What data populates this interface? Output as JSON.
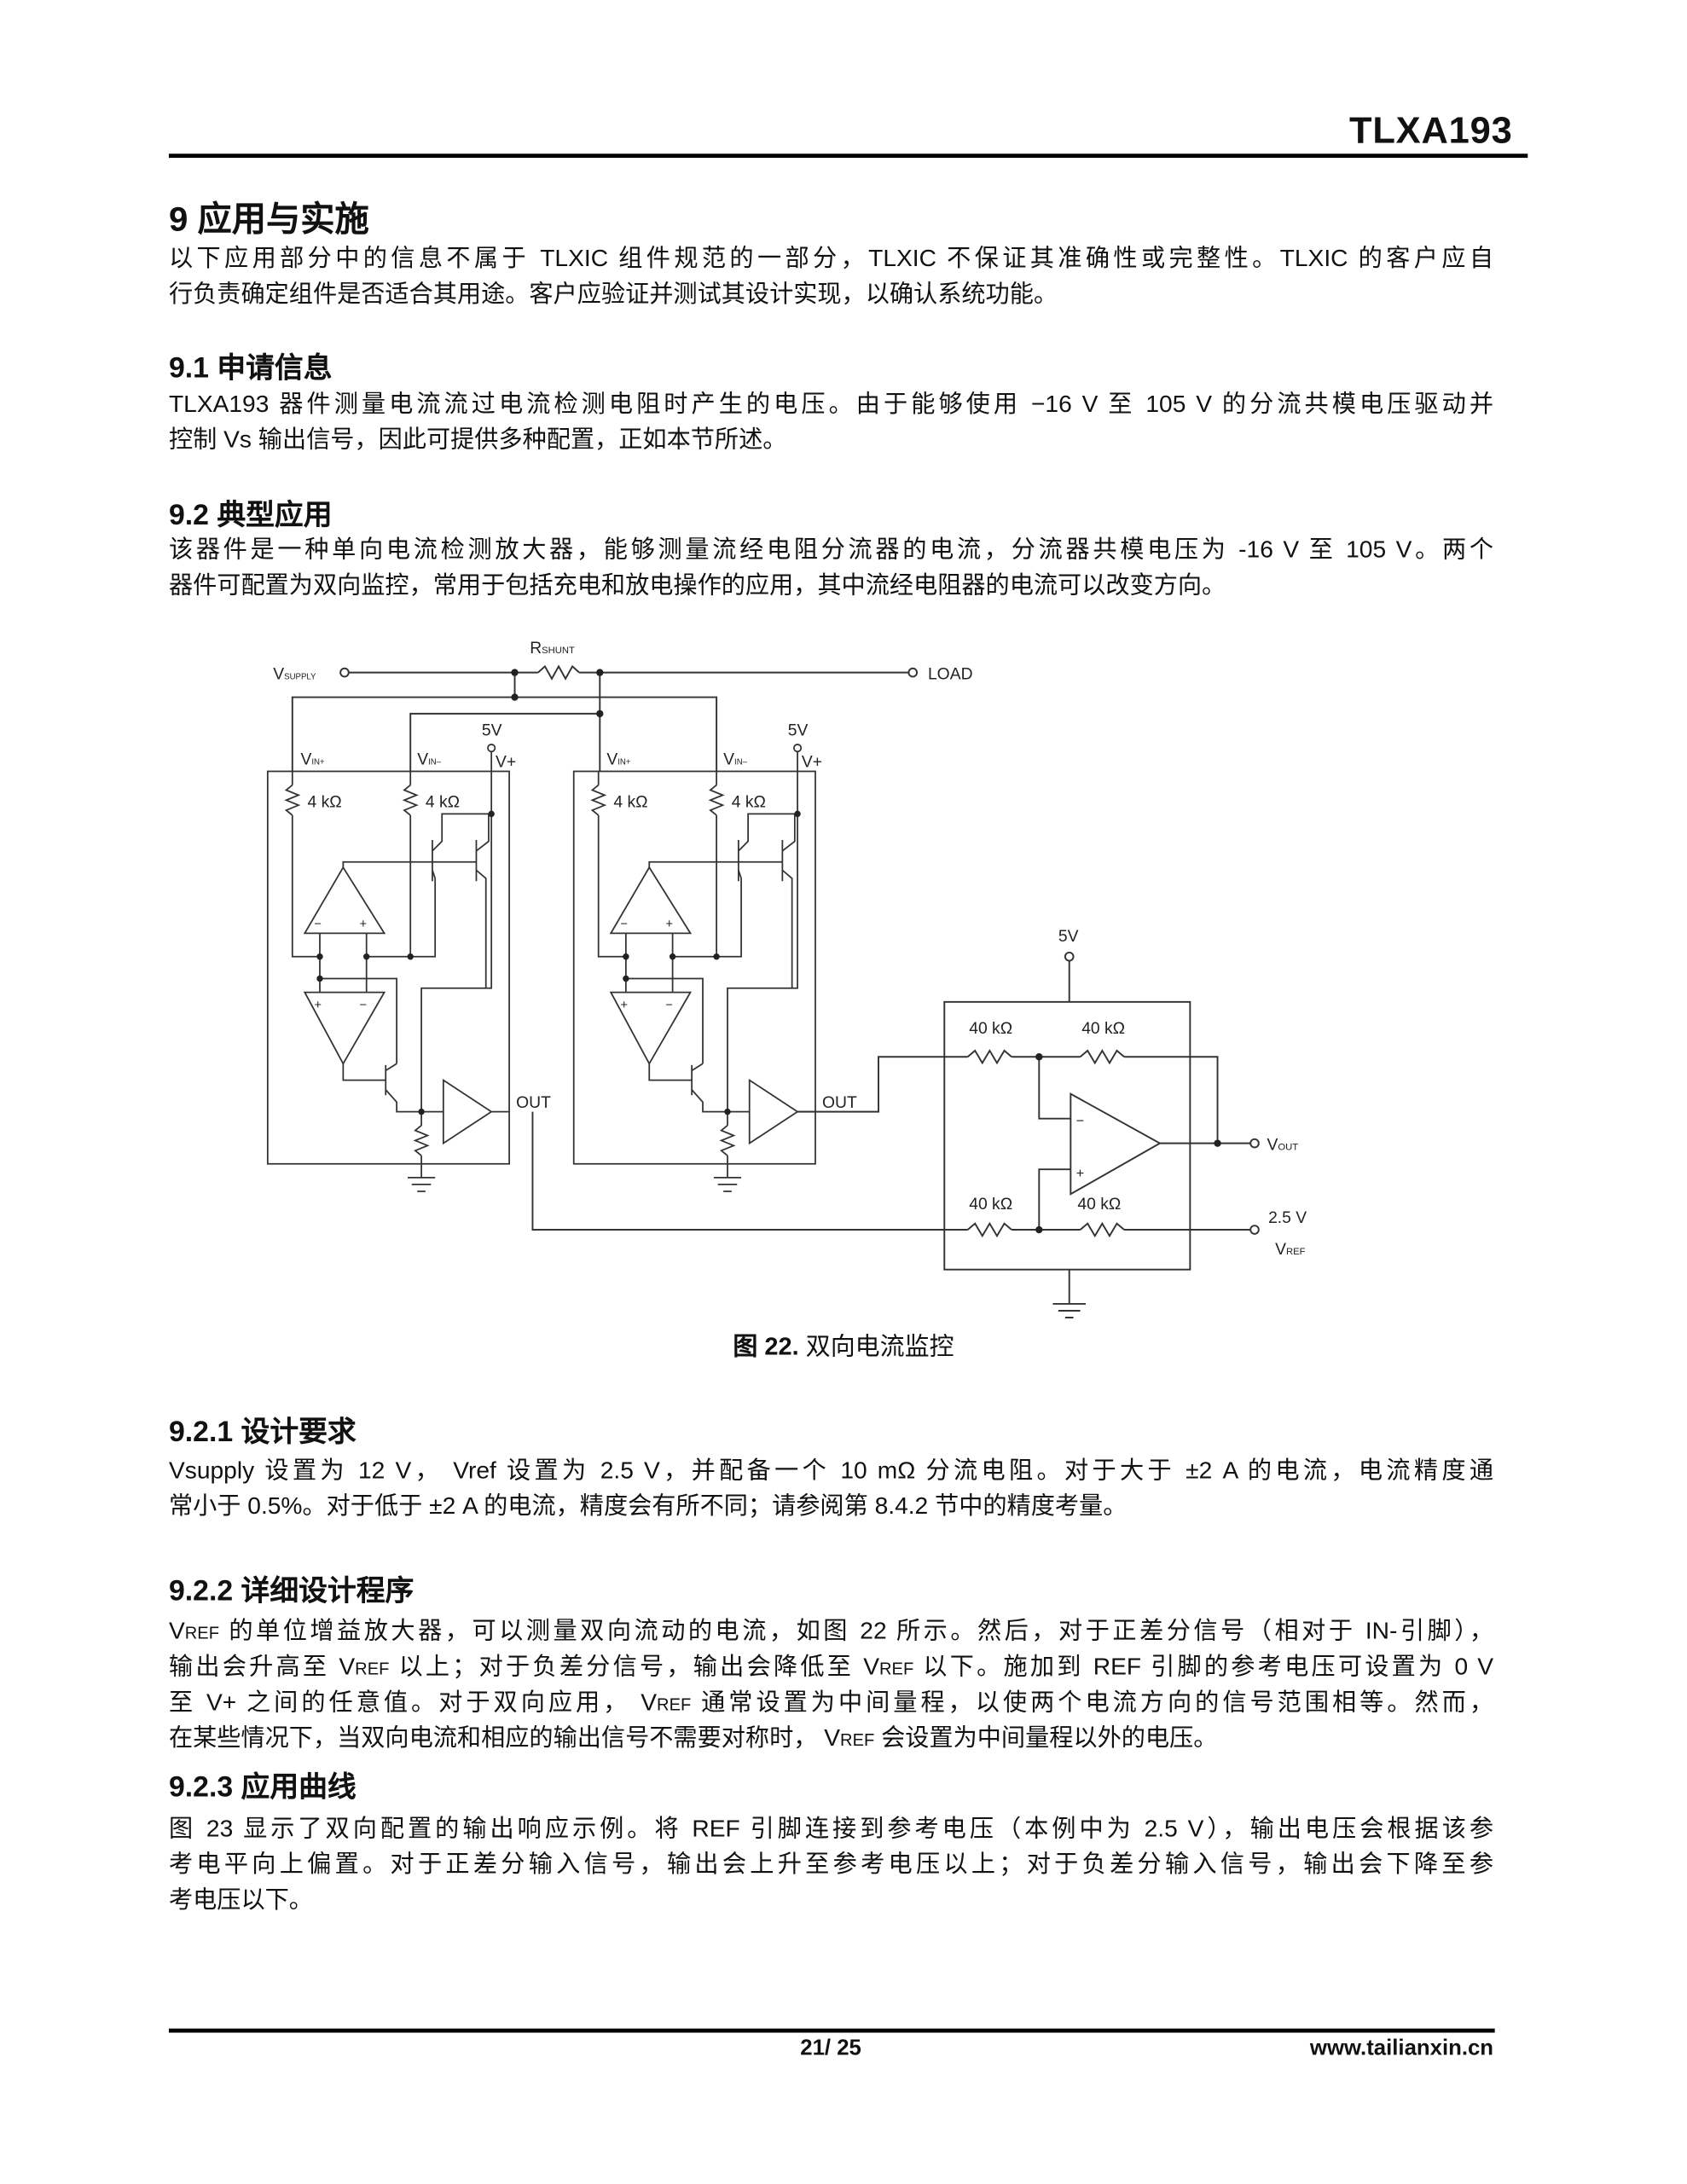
{
  "header": {
    "title": "TLXA193"
  },
  "sections": [
    {
      "heading": "9 应用与实施",
      "lines": [
        [
          "以下应用部分中的信息不属于 TLXIC 组件规范的一部分，TLXIC 不保证其准确性或完整性。TLXIC 的客户应自"
        ],
        [
          "行负责确定组件是否适合其用途。客户应验证并测试其设计实现，以确认系统功能。"
        ]
      ]
    },
    {
      "heading": "9.1 申请信息",
      "lines": [
        [
          "TLXA193 器件测量电流流过电流检测电阻时产生的电压。由于能够使用 −16 V 至 105 V 的分流共模电压驱动并"
        ],
        [
          "控制 Vs 输出信号，因此可提供多种配置，正如本节所述。"
        ]
      ]
    },
    {
      "heading": "9.2 典型应用",
      "lines": [
        [
          "该器件是一种单向电流检测放大器，能够测量流经电阻分流器的电流，分流器共模电压为 -16 V 至 105 V。两个"
        ],
        [
          "器件可配置为双向监控，常用于包括充电和放电操作的应用，其中流经电阻器的电流可以改变方向。"
        ]
      ]
    },
    {
      "heading": "9.2.1 设计要求",
      "lines": [
        [
          "Vsupply 设置为 12 V， Vref 设置为 2.5 V，并配备一个 10 mΩ 分流电阻。对于大于 ±2 A 的电流，电流精度通"
        ],
        [
          "常小于 0.5%。对于低于 ±2 A 的电流，精度会有所不同；请参阅第 8.4.2 节中的精度考量。"
        ]
      ]
    },
    {
      "heading": "9.2.2 详细设计程序",
      "lines": [
        [
          {
            "t": "V",
            "s": "REF"
          },
          " 的单位增益放大器，可以测量双向流动的电流，如图 22 所示。然后，对于正差分信号（相对于 IN-引脚），"
        ],
        [
          "输出会升高至 ",
          {
            "t": "V",
            "s": "REF"
          },
          " 以上；对于负差分信号，输出会降低至 ",
          {
            "t": "V",
            "s": "REF"
          },
          " 以下。施加到 REF 引脚的参考电压可设置为 0 V"
        ],
        [
          "至 V+ 之间的任意值。对于双向应用， ",
          {
            "t": "V",
            "s": "REF"
          },
          " 通常设置为中间量程，以使两个电流方向的信号范围相等。然而，"
        ],
        [
          "在某些情况下，当双向电流和相应的输出信号不需要对称时， ",
          {
            "t": "V",
            "s": "REF"
          },
          " 会设置为中间量程以外的电压。"
        ]
      ]
    },
    {
      "heading": "9.2.3 应用曲线",
      "lines": [
        [
          "图 23 显示了双向配置的输出响应示例。将 REF 引脚连接到参考电压（本例中为 2.5 V），输出电压会根据该参"
        ],
        [
          "考电平向上偏置。对于正差分输入信号，输出会上升至参考电压以上；对于负差分输入信号，输出会下降至参"
        ],
        [
          "考电压以下。"
        ]
      ]
    }
  ],
  "figure": {
    "caption_num": "图 22.",
    "caption_text": " 双向电流监控",
    "labels": {
      "vsupply_v": "V",
      "vsupply_sub": "SUPPLY",
      "rshunt_r": "R",
      "rshunt_sub": "SHUNT",
      "load": "LOAD",
      "vin_plus_v": "V",
      "vin_plus_sub": "IN+",
      "vin_minus_v": "V",
      "vin_minus_sub": "IN–",
      "five_v": "5V",
      "vplus": "V+",
      "r4k": "4 kΩ",
      "out": "OUT",
      "r40k": "40 kΩ",
      "vout_v": "V",
      "vout_sub": "OUT",
      "ref_value": "2.5 V",
      "vref_v": "V",
      "vref_sub": "REF"
    }
  },
  "footer": {
    "page": "21/ 25",
    "website": "www.tailianxin.cn"
  }
}
